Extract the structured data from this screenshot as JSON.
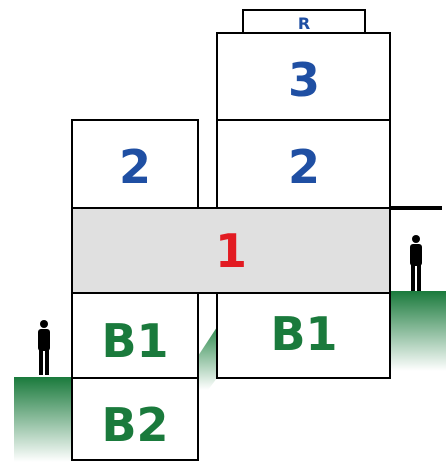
{
  "floors": {
    "roof": "R",
    "third": "3",
    "second_left": "2",
    "second_right": "2",
    "ground": "1",
    "basement1_left": "B1",
    "basement1_right": "B1",
    "basement2": "B2"
  },
  "colors": {
    "blue": "#1f4fa3",
    "red": "#e21b22",
    "green": "#1a7a3c",
    "ground_floor_fill": "#e0e0e0",
    "line": "#000000"
  },
  "icons": {
    "person_left": "person-silhouette-icon",
    "person_right": "person-silhouette-icon"
  }
}
